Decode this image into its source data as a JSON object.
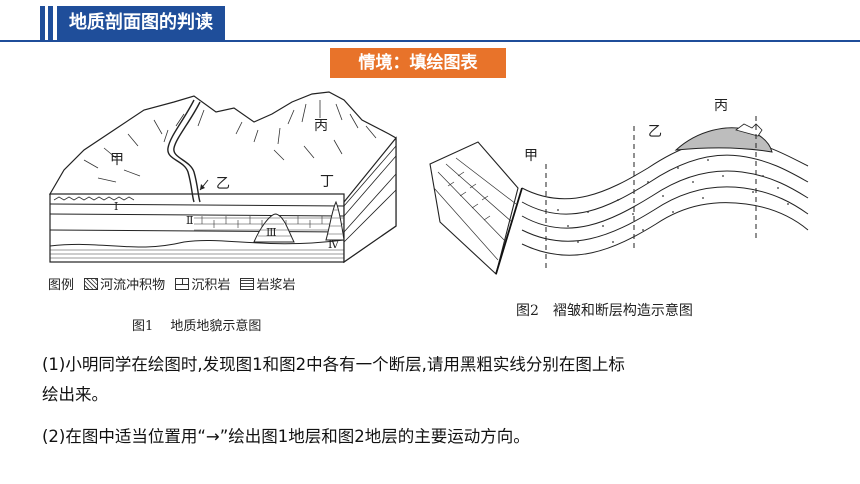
{
  "header": {
    "title": "地质剖面图的判读"
  },
  "scene_tag": "情境：填绘图表",
  "figure1": {
    "labels": {
      "jia": "甲",
      "yi": "乙",
      "bing": "丙",
      "ding": "丁",
      "i": "Ⅰ",
      "ii": "Ⅱ",
      "iii": "Ⅲ",
      "iv": "Ⅳ"
    },
    "legend": {
      "prefix": "图例",
      "alluvium": "河流冲积物",
      "sedimentary": "沉积岩",
      "magmatic": "岩浆岩"
    },
    "caption": "图1　 地质地貌示意图"
  },
  "figure2": {
    "labels": {
      "jia": "甲",
      "yi": "乙",
      "bing": "丙"
    },
    "caption": "图2　褶皱和断层构造示意图"
  },
  "questions": [
    "(1)小明同学在绘图时,发现图1和图2中各有一个断层,请用黑粗实线分别在图上标",
    "绘出来。",
    "(2)在图中适当位置用“→”绘出图1地层和图2地层的主要运动方向。"
  ]
}
